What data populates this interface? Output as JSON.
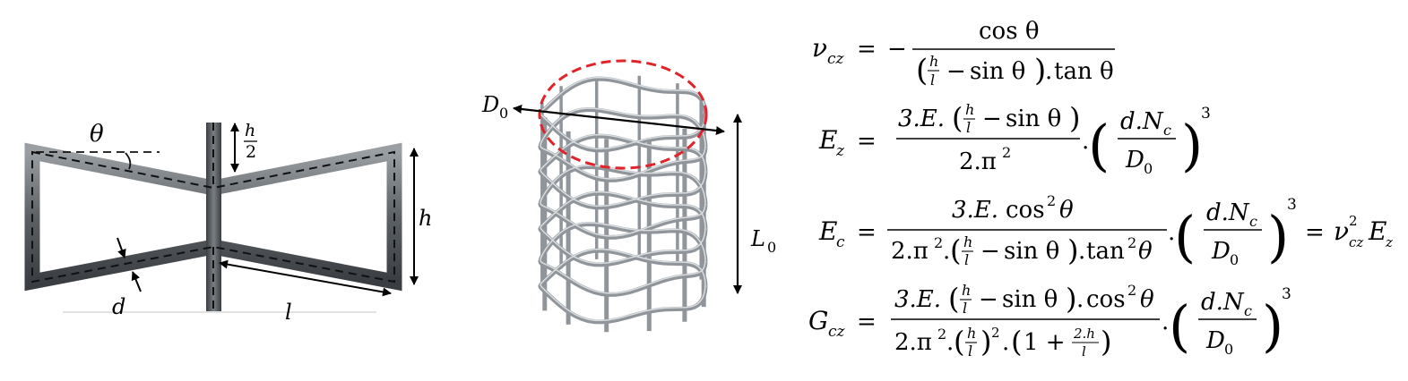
{
  "cell_diagram": {
    "label_theta": "θ",
    "label_h_half_num": "h",
    "label_h_half_den": "2",
    "label_h": "h",
    "label_d": "d",
    "label_l": "l"
  },
  "cylinder_diagram": {
    "label_D0_main": "D",
    "label_D0_sub": "0",
    "label_L0_main": "L",
    "label_L0_sub": "0",
    "highlight_color": "#e0242a"
  },
  "equations": {
    "nu_lhs_main": "ν",
    "nu_lhs_sub": "cz",
    "Ez_lhs_main": "E",
    "Ez_lhs_sub": "z",
    "Ec_lhs_main": "E",
    "Ec_lhs_sub": "c",
    "Gcz_lhs_main": "G",
    "Gcz_lhs_sub": "cz",
    "equals": "=",
    "minus": "−",
    "cos_theta": "cos θ",
    "sin_theta": "sin θ",
    "tan_theta": "tan θ",
    "coef": "3.E.",
    "two_pi2": "2.π",
    "sq": "2",
    "cube": "3",
    "dNc_main": "d.N",
    "dNc_sub": "c",
    "D0_main": "D",
    "D0_sub": "0",
    "cos2_pre": "cos",
    "tan2_pre": "tan",
    "one_plus": "1 +",
    "two_h": "2.h",
    "l": "l",
    "h": "h",
    "rhs_nu_main": "ν",
    "rhs_nu_sub": "cz",
    "rhs_nu_sup": "2",
    "rhs_E_main": "E",
    "rhs_E_sub": "z"
  }
}
